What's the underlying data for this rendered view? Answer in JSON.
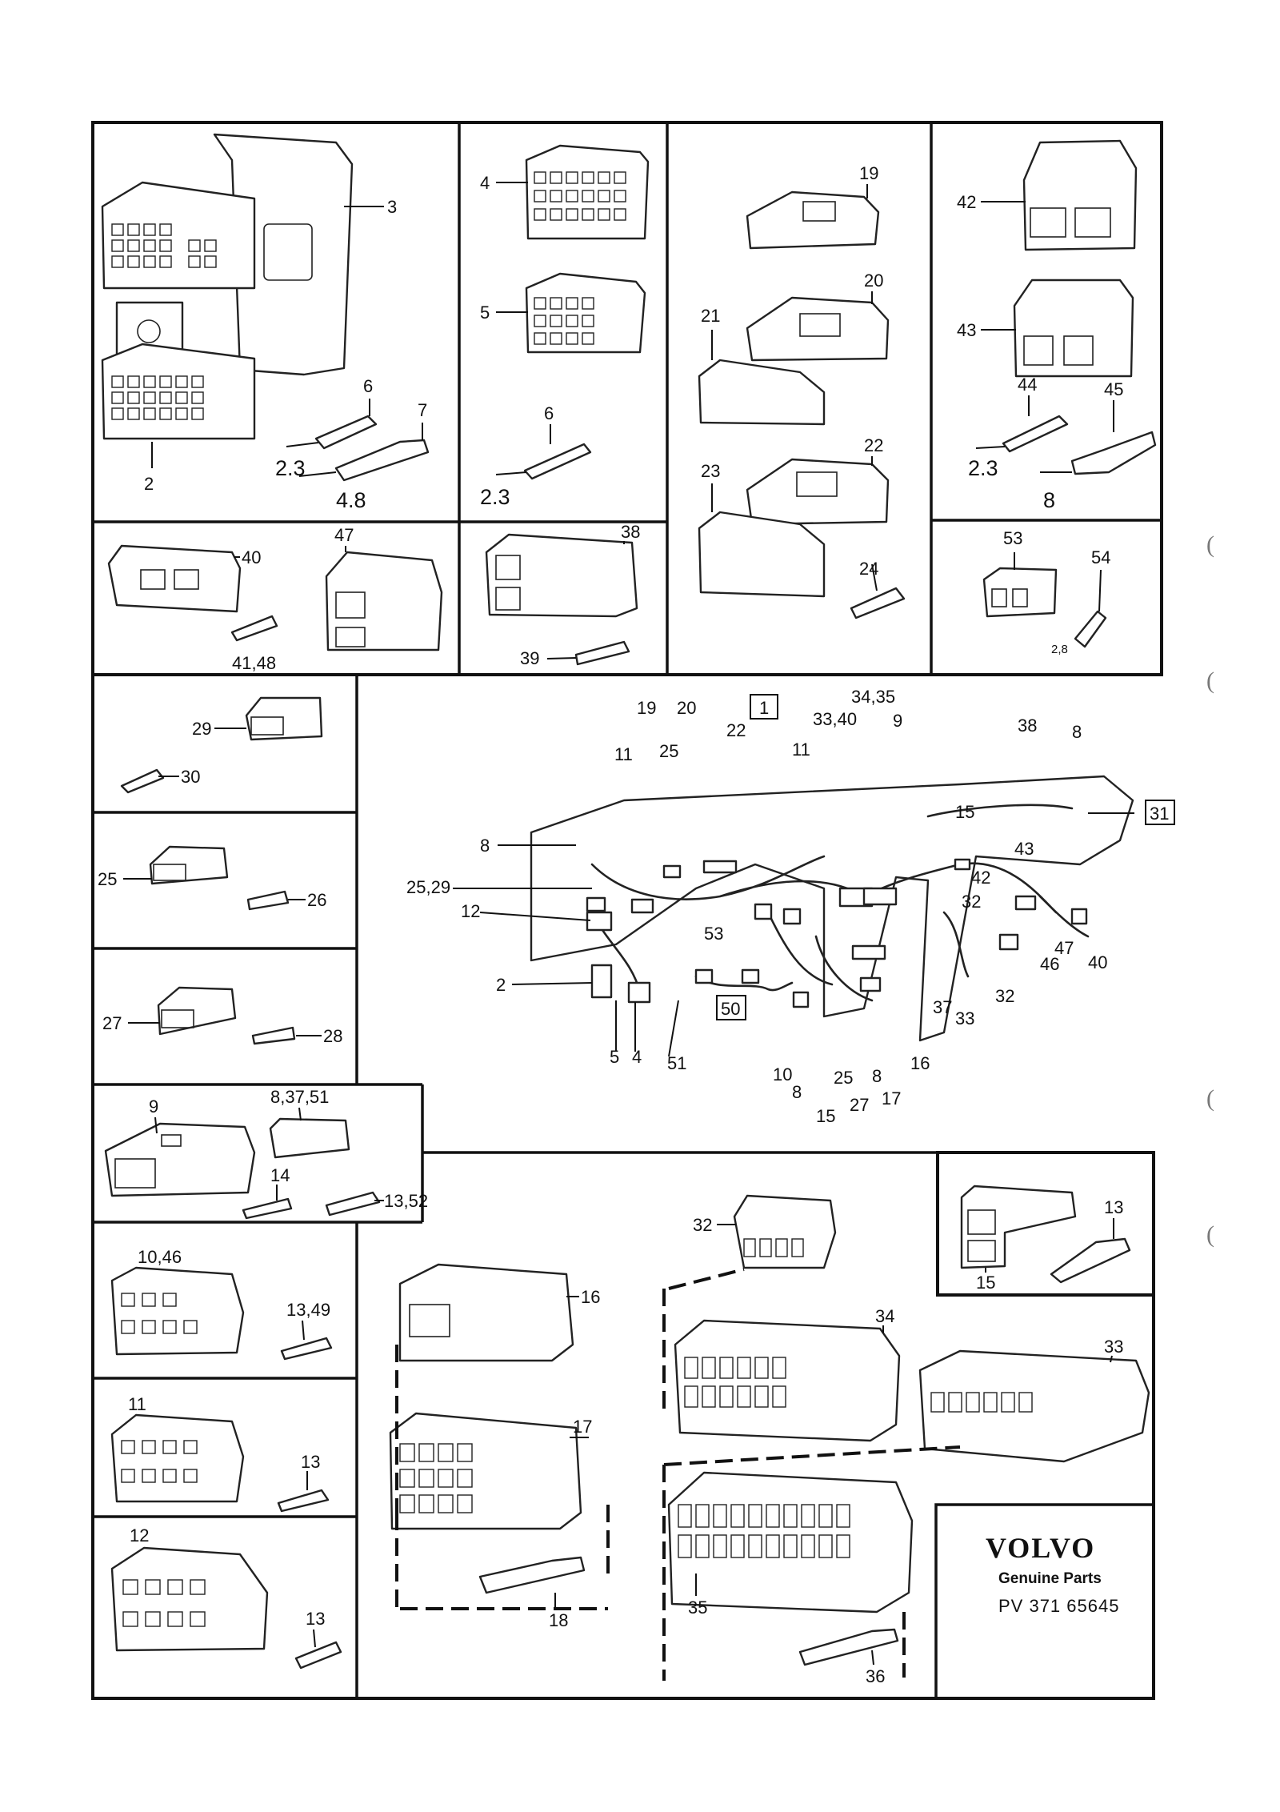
{
  "brand": {
    "logo_text": "VOLVO",
    "subtitle": "Genuine Parts",
    "ref_number": "PV 371 65645"
  },
  "panels": {
    "p1": {
      "labels": [
        "3",
        "2",
        "6",
        "7",
        "2.3",
        "4.8"
      ]
    },
    "p2": {
      "labels": [
        "4",
        "5",
        "6",
        "2.3"
      ]
    },
    "p3": {
      "labels": [
        "19",
        "20",
        "21",
        "22",
        "23",
        "24"
      ]
    },
    "p4": {
      "labels": [
        "42",
        "43",
        "44",
        "45",
        "2.3",
        "8"
      ]
    },
    "p5": {
      "labels": [
        "40",
        "47",
        "41,48"
      ]
    },
    "p6": {
      "labels": [
        "38",
        "39"
      ]
    },
    "p7": {
      "labels": [
        "53",
        "54",
        "2,8"
      ]
    },
    "p8": {
      "labels": [
        "29",
        "30"
      ]
    },
    "p9": {
      "labels": [
        "25",
        "26"
      ]
    },
    "p10": {
      "labels": [
        "27",
        "28"
      ]
    },
    "p11": {
      "labels": [
        "9",
        "8,37,51",
        "14",
        "13,52"
      ]
    },
    "p12": {
      "labels": [
        "10,46",
        "13,49"
      ]
    },
    "p13": {
      "labels": [
        "11",
        "13"
      ]
    },
    "p14": {
      "labels": [
        "12",
        "13"
      ]
    },
    "p15": {
      "labels": [
        "15",
        "13"
      ]
    },
    "p16": {
      "labels": [
        "16",
        "17",
        "18",
        "32",
        "34",
        "33",
        "35",
        "36"
      ]
    }
  },
  "harness": {
    "labels": [
      "1",
      "19",
      "20",
      "22",
      "25",
      "11",
      "11",
      "33,40",
      "34,35",
      "9",
      "38",
      "8",
      "31",
      "8",
      "15",
      "43",
      "42",
      "32",
      "25,29",
      "12",
      "53",
      "2",
      "50",
      "5",
      "4",
      "51",
      "10",
      "8",
      "25",
      "27",
      "8",
      "17",
      "16",
      "15",
      "37",
      "33",
      "32",
      "46",
      "47",
      "40"
    ],
    "boxed": [
      "1",
      "50",
      "31"
    ]
  },
  "margin_marks": [
    "(",
    "(",
    "(",
    "("
  ]
}
